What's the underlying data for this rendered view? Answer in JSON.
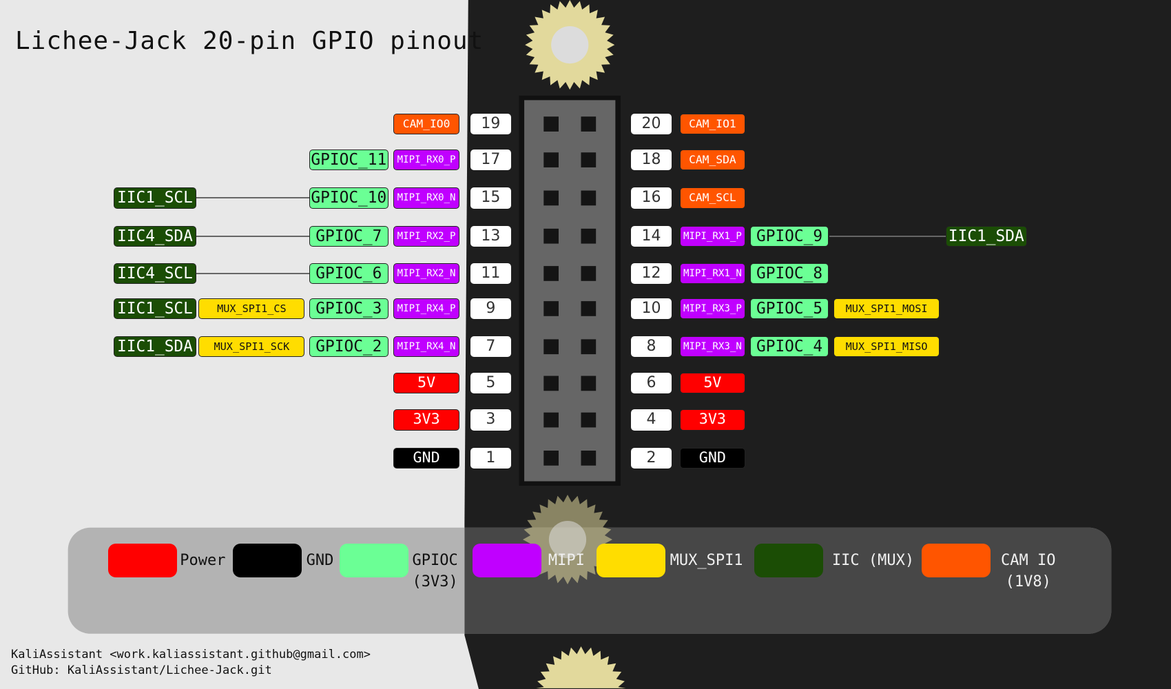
{
  "title": "Lichee-Jack 20-pin GPIO pinout",
  "colors": {
    "power": "#ff0000",
    "gnd": "#000000",
    "gpio": "#6bff95",
    "mipi": "#c000ff",
    "mux": "#ffdd00",
    "iic": "#1b4d05",
    "cam": "#ff5500"
  },
  "rows": [
    {
      "left_pin": "19",
      "right_pin": "20",
      "left": [
        {
          "t": "cam",
          "text": "CAM_IO0"
        }
      ],
      "right": [
        {
          "t": "cam",
          "text": "CAM_IO1"
        }
      ]
    },
    {
      "left_pin": "17",
      "right_pin": "18",
      "left": [
        {
          "t": "mipi",
          "text": "MIPI_RX0_P"
        },
        {
          "t": "gpio",
          "text": "GPIOC_11"
        }
      ],
      "right": [
        {
          "t": "cam",
          "text": "CAM_SDA"
        }
      ]
    },
    {
      "left_pin": "15",
      "right_pin": "16",
      "left": [
        {
          "t": "mipi",
          "text": "MIPI_RX0_N"
        },
        {
          "t": "gpio",
          "text": "GPIOC_10"
        },
        {
          "t": "iic",
          "text": "IIC1_SCL"
        }
      ],
      "right": [
        {
          "t": "cam",
          "text": "CAM_SCL"
        }
      ]
    },
    {
      "left_pin": "13",
      "right_pin": "14",
      "left": [
        {
          "t": "mipi",
          "text": "MIPI_RX2_P"
        },
        {
          "t": "gpio",
          "text": "GPIOC_7"
        },
        {
          "t": "iic",
          "text": "IIC4_SDA"
        }
      ],
      "right": [
        {
          "t": "mipi",
          "text": "MIPI_RX1_P"
        },
        {
          "t": "gpio",
          "text": "GPIOC_9"
        },
        {
          "t": "iic",
          "text": "IIC1_SDA"
        }
      ]
    },
    {
      "left_pin": "11",
      "right_pin": "12",
      "left": [
        {
          "t": "mipi",
          "text": "MIPI_RX2_N"
        },
        {
          "t": "gpio",
          "text": "GPIOC_6"
        },
        {
          "t": "iic",
          "text": "IIC4_SCL"
        }
      ],
      "right": [
        {
          "t": "mipi",
          "text": "MIPI_RX1_N"
        },
        {
          "t": "gpio",
          "text": "GPIOC_8"
        }
      ]
    },
    {
      "left_pin": "9",
      "right_pin": "10",
      "left": [
        {
          "t": "mipi",
          "text": "MIPI_RX4_P"
        },
        {
          "t": "gpio",
          "text": "GPIOC_3"
        },
        {
          "t": "mux",
          "text": "MUX_SPI1_CS"
        },
        {
          "t": "iic",
          "text": "IIC1_SCL"
        }
      ],
      "right": [
        {
          "t": "mipi",
          "text": "MIPI_RX3_P"
        },
        {
          "t": "gpio",
          "text": "GPIOC_5"
        },
        {
          "t": "mux",
          "text": "MUX_SPI1_MOSI"
        }
      ]
    },
    {
      "left_pin": "7",
      "right_pin": "8",
      "left": [
        {
          "t": "mipi",
          "text": "MIPI_RX4_N"
        },
        {
          "t": "gpio",
          "text": "GPIOC_2"
        },
        {
          "t": "mux",
          "text": "MUX_SPI1_SCK"
        },
        {
          "t": "iic",
          "text": "IIC1_SDA"
        }
      ],
      "right": [
        {
          "t": "mipi",
          "text": "MIPI_RX3_N"
        },
        {
          "t": "gpio",
          "text": "GPIOC_4"
        },
        {
          "t": "mux",
          "text": "MUX_SPI1_MISO"
        }
      ]
    },
    {
      "left_pin": "5",
      "right_pin": "6",
      "left": [
        {
          "t": "power",
          "text": "5V"
        }
      ],
      "right": [
        {
          "t": "power",
          "text": "5V"
        }
      ]
    },
    {
      "left_pin": "3",
      "right_pin": "4",
      "left": [
        {
          "t": "power",
          "text": "3V3"
        }
      ],
      "right": [
        {
          "t": "power",
          "text": "3V3"
        }
      ]
    },
    {
      "left_pin": "1",
      "right_pin": "2",
      "left": [
        {
          "t": "gnd",
          "text": "GND"
        }
      ],
      "right": [
        {
          "t": "gnd",
          "text": "GND"
        }
      ]
    }
  ],
  "legend": [
    {
      "t": "power",
      "label": "Power"
    },
    {
      "t": "gnd",
      "label": "GND"
    },
    {
      "t": "gpio",
      "label": "GPIOC\n(3V3)"
    },
    {
      "t": "mipi",
      "label": "MIPI"
    },
    {
      "t": "mux",
      "label": "MUX_SPI1"
    },
    {
      "t": "iic",
      "label": "IIC (MUX)"
    },
    {
      "t": "cam",
      "label": "CAM IO\n(1V8)"
    }
  ],
  "footer": {
    "author": "KaliAssistant <work.kaliassistant.github@gmail.com>",
    "github": "GitHub: KaliAssistant/Lichee-Jack.git"
  }
}
